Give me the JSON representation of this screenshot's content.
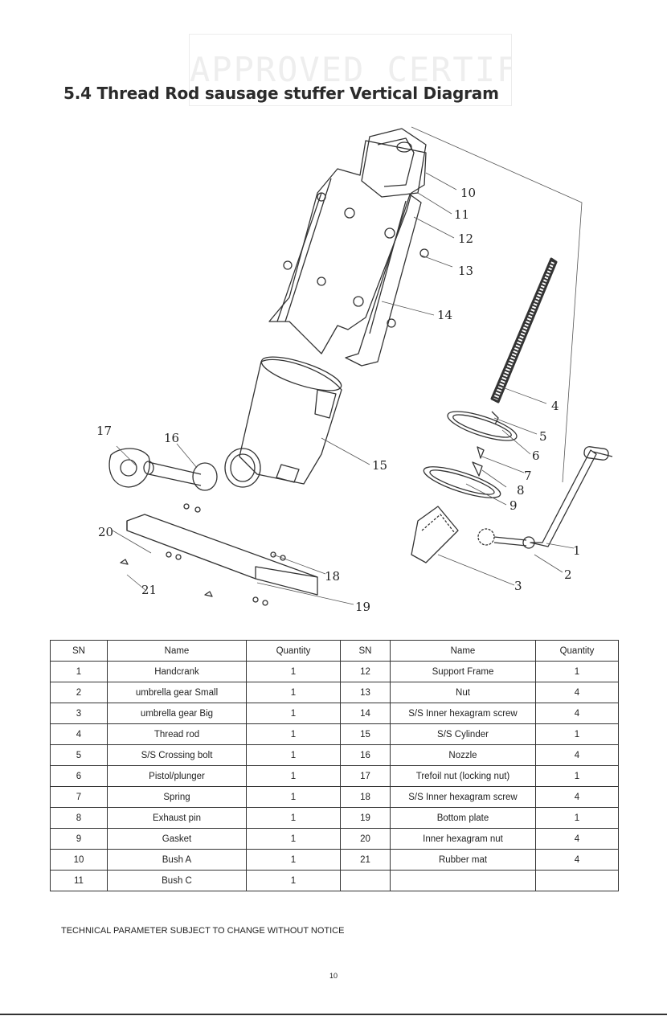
{
  "page": {
    "title": "5.4 Thread Rod sausage stuffer Vertical Diagram",
    "notice": "TECHNICAL PARAMETER SUBJECT TO CHANGE WITHOUT NOTICE",
    "page_number": "10"
  },
  "diagram": {
    "callouts": [
      "10",
      "11",
      "12",
      "13",
      "14",
      "4",
      "5",
      "6",
      "7",
      "8",
      "9",
      "17",
      "16",
      "15",
      "1",
      "20",
      "18",
      "2",
      "3",
      "21",
      "19"
    ]
  },
  "table": {
    "headers": [
      "SN",
      "Name",
      "Quantity",
      "SN",
      "Name",
      "Quantity"
    ],
    "rows": [
      {
        "sn1": "1",
        "name1": "Handcrank",
        "qty1": "1",
        "sn2": "12",
        "name2": "Support Frame",
        "qty2": "1"
      },
      {
        "sn1": "2",
        "name1": "umbrella gear Small",
        "qty1": "1",
        "sn2": "13",
        "name2": "Nut",
        "qty2": "4"
      },
      {
        "sn1": "3",
        "name1": "umbrella gear Big",
        "qty1": "1",
        "sn2": "14",
        "name2": "S/S Inner hexagram screw",
        "qty2": "4"
      },
      {
        "sn1": "4",
        "name1": "Thread rod",
        "qty1": "1",
        "sn2": "15",
        "name2": "S/S Cylinder",
        "qty2": "1"
      },
      {
        "sn1": "5",
        "name1": "S/S Crossing bolt",
        "qty1": "1",
        "sn2": "16",
        "name2": "Nozzle",
        "qty2": "4"
      },
      {
        "sn1": "6",
        "name1": "Pistol/plunger",
        "qty1": "1",
        "sn2": "17",
        "name2": "Trefoil nut (locking nut)",
        "qty2": "1"
      },
      {
        "sn1": "7",
        "name1": "Spring",
        "qty1": "1",
        "sn2": "18",
        "name2": "S/S Inner hexagram screw",
        "qty2": "4"
      },
      {
        "sn1": "8",
        "name1": "Exhaust pin",
        "qty1": "1",
        "sn2": "19",
        "name2": "Bottom plate",
        "qty2": "1"
      },
      {
        "sn1": "9",
        "name1": "Gasket",
        "qty1": "1",
        "sn2": "20",
        "name2": "Inner hexagram nut",
        "qty2": "4"
      },
      {
        "sn1": "10",
        "name1": "Bush A",
        "qty1": "1",
        "sn2": "21",
        "name2": "Rubber mat",
        "qty2": "4"
      },
      {
        "sn1": "11",
        "name1": "Bush C",
        "qty1": "1",
        "sn2": "",
        "name2": "",
        "qty2": ""
      }
    ]
  }
}
